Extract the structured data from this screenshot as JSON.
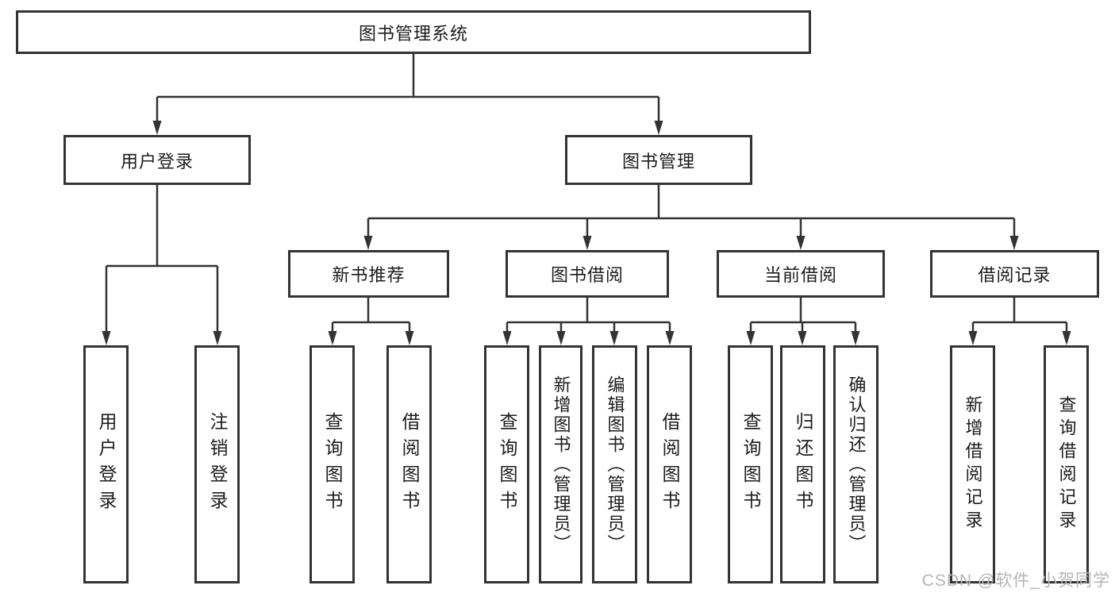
{
  "diagram": {
    "root": {
      "label": "图书管理系统"
    },
    "level2": [
      {
        "label": "用户登录",
        "children": [
          {
            "label": "用户登录"
          },
          {
            "label": "注销登录"
          }
        ]
      },
      {
        "label": "图书管理",
        "children": [
          {
            "label": "新书推荐",
            "children": [
              {
                "label": "查询图书"
              },
              {
                "label": "借阅图书"
              }
            ]
          },
          {
            "label": "图书借阅",
            "children": [
              {
                "label": "查询图书"
              },
              {
                "label": "新增图书（管理员）"
              },
              {
                "label": "编辑图书（管理员）"
              },
              {
                "label": "借阅图书"
              }
            ]
          },
          {
            "label": "当前借阅",
            "children": [
              {
                "label": "查询图书"
              },
              {
                "label": "归还图书"
              },
              {
                "label": "确认归还（管理员）"
              }
            ]
          },
          {
            "label": "借阅记录",
            "children": [
              {
                "label": "新增借阅记录"
              },
              {
                "label": "查询借阅记录"
              }
            ]
          }
        ]
      }
    ]
  },
  "watermark": {
    "text": "CSDN @软件_小贺同学"
  },
  "colors": {
    "line": "#333333",
    "text": "#1c1c1c",
    "watermark": "#b5b5b5",
    "background": "#ffffff"
  }
}
